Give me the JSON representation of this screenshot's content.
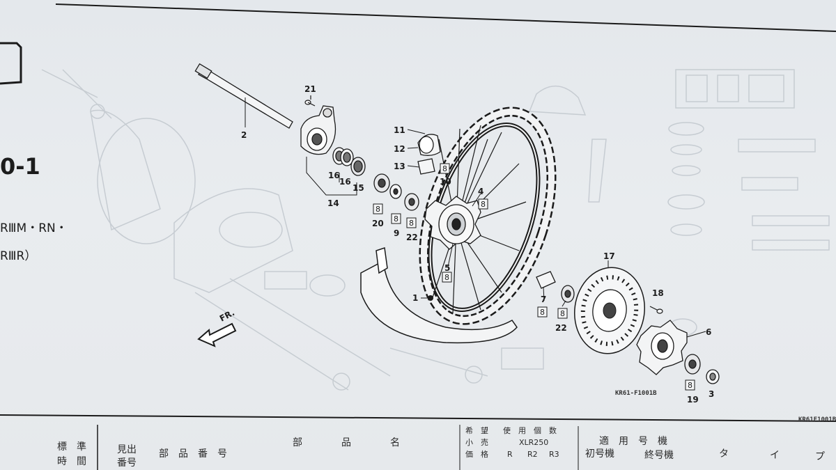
{
  "section": {
    "number_fragment": "0-1",
    "model_line1": "RⅢM・RN・",
    "model_line2": "RⅢR）"
  },
  "diagram_code": "KR61-F1001B",
  "corner_code": "KR61F1001B",
  "direction_label": "FR.",
  "callouts": {
    "c1": "1",
    "c2": "2",
    "c3": "3",
    "c4": "4",
    "c5": "5",
    "c6": "6",
    "c7": "7",
    "c9": "9",
    "c10": "10",
    "c11": "11",
    "c12": "12",
    "c13": "13",
    "c14": "14",
    "c15": "15",
    "c16a": "16",
    "c16b": "16",
    "c17": "17",
    "c18": "18",
    "c19": "19",
    "c20": "20",
    "c21": "21",
    "c22a": "22",
    "c22b": "22"
  },
  "box_label": "8",
  "table_header": {
    "std_time_1": "標　準",
    "std_time_2": "時　間",
    "ref_1": "見出",
    "ref_2": "番号",
    "part_number": "部　品　番　号",
    "part_name": "部　　　　品　　　　名",
    "price_1": "希　望",
    "price_2": "小　売",
    "price_3": "価　格",
    "qty_title": "使　用　個　数",
    "qty_model": "XLR250",
    "qty_r": "R",
    "qty_r2": "R2",
    "qty_r3": "R3",
    "serial_title": "適　用　号　機",
    "serial_first": "初号機",
    "serial_last": "終号機",
    "type_ta": "タ",
    "type_i": "イ",
    "type_pu": "プ"
  }
}
